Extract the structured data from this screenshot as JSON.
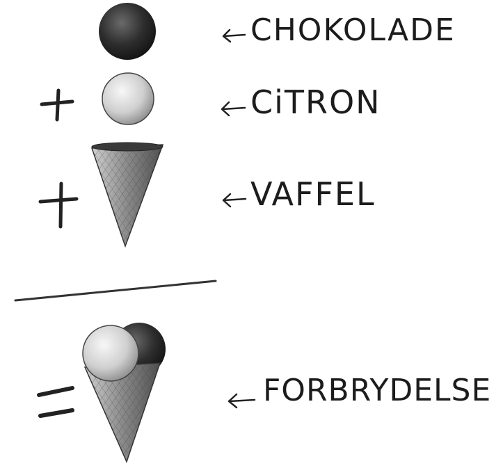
{
  "equation": {
    "rows": [
      {
        "operator": "",
        "item": "chocolate-scoop",
        "label": "CHOKOLADE"
      },
      {
        "operator": "+",
        "item": "lemon-scoop",
        "label": "CiTRON"
      },
      {
        "operator": "+",
        "item": "waffle-cone",
        "label": "VAFFEL"
      }
    ],
    "result": {
      "operator": "=",
      "item": "ice-cream-cone",
      "label": "FORBRYDELSE"
    }
  },
  "colors": {
    "ink": "#1c1c1c",
    "chocolate": "#2a2a2a",
    "lemon": "#d9d9d9",
    "cone": "#8a8a8a",
    "background": "#ffffff"
  }
}
